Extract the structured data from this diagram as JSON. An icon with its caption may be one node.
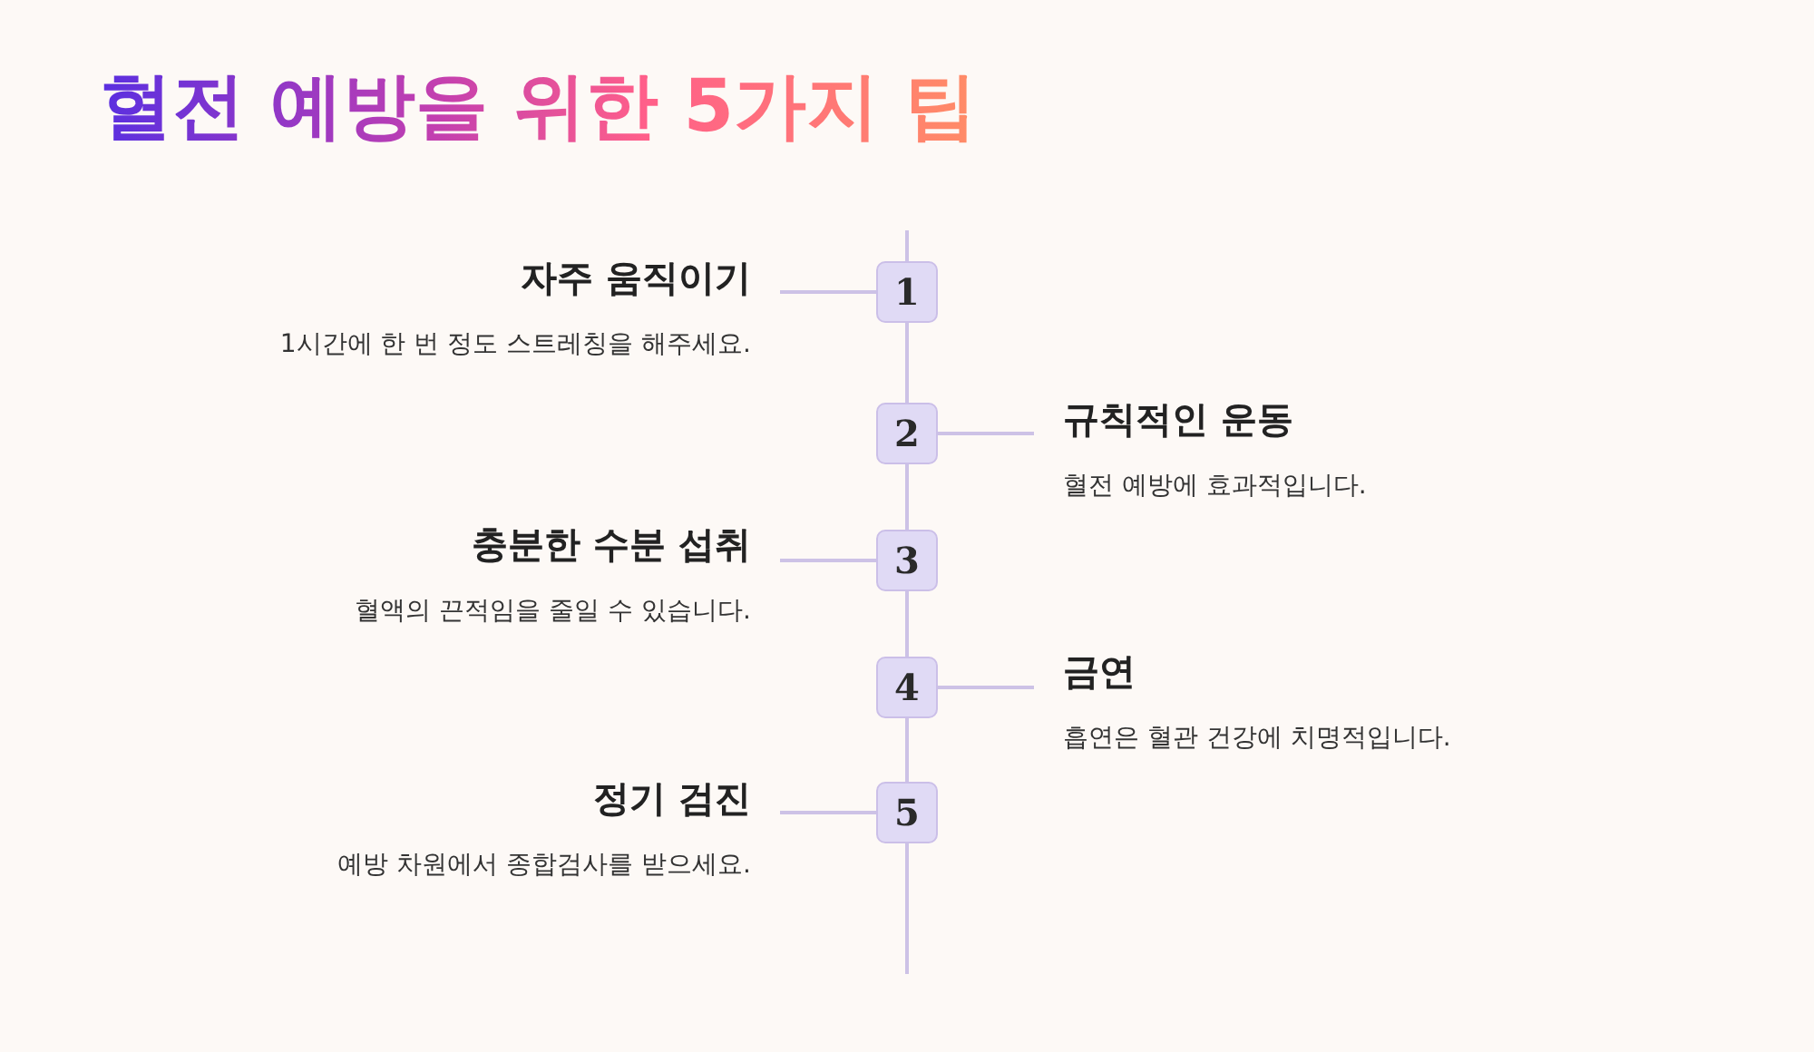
{
  "diagram": {
    "title": "혈전 예방을 위한 5가지 팁",
    "nodes": [
      {
        "text": [
          "자주 움직이기",
          "1시간에 한 번 정도 스트레칭을 해주세요."
        ]
      },
      {
        "text": [
          "1"
        ]
      },
      {
        "text": [
          "2"
        ]
      },
      {
        "text": [
          "규칙적인 운동",
          "혈전 예방에 효과적입니다."
        ]
      },
      {
        "text": [
          "충분한 수분 섭취",
          "혈액의 끈적임을 줄일 수 있습니다."
        ]
      },
      {
        "text": [
          "3"
        ]
      },
      {
        "text": [
          "4"
        ]
      },
      {
        "text": [
          "금연",
          "흡연은 혈관 건강에 치명적입니다."
        ]
      },
      {
        "text": [
          "정기 검진",
          "예방 차원에서 종합검사를 받으세요."
        ]
      },
      {
        "text": [
          "5"
        ]
      }
    ],
    "edges": [
      {
        "from": null,
        "to": 1,
        "arrow": "none"
      },
      {
        "from": 1,
        "to": 2,
        "arrow": "none"
      },
      {
        "from": 2,
        "to": 5,
        "arrow": "none"
      },
      {
        "from": 5,
        "to": 6,
        "arrow": "none"
      },
      {
        "from": 6,
        "to": 9,
        "arrow": "none"
      },
      {
        "from": 9,
        "to": null,
        "arrow": "none"
      },
      {
        "from": 1,
        "to": 0,
        "arrow": "none"
      },
      {
        "from": 2,
        "to": 3,
        "arrow": "none"
      },
      {
        "from": 5,
        "to": 4,
        "arrow": "none"
      },
      {
        "from": 6,
        "to": 7,
        "arrow": "none"
      },
      {
        "from": 9,
        "to": 8,
        "arrow": "none"
      }
    ]
  }
}
